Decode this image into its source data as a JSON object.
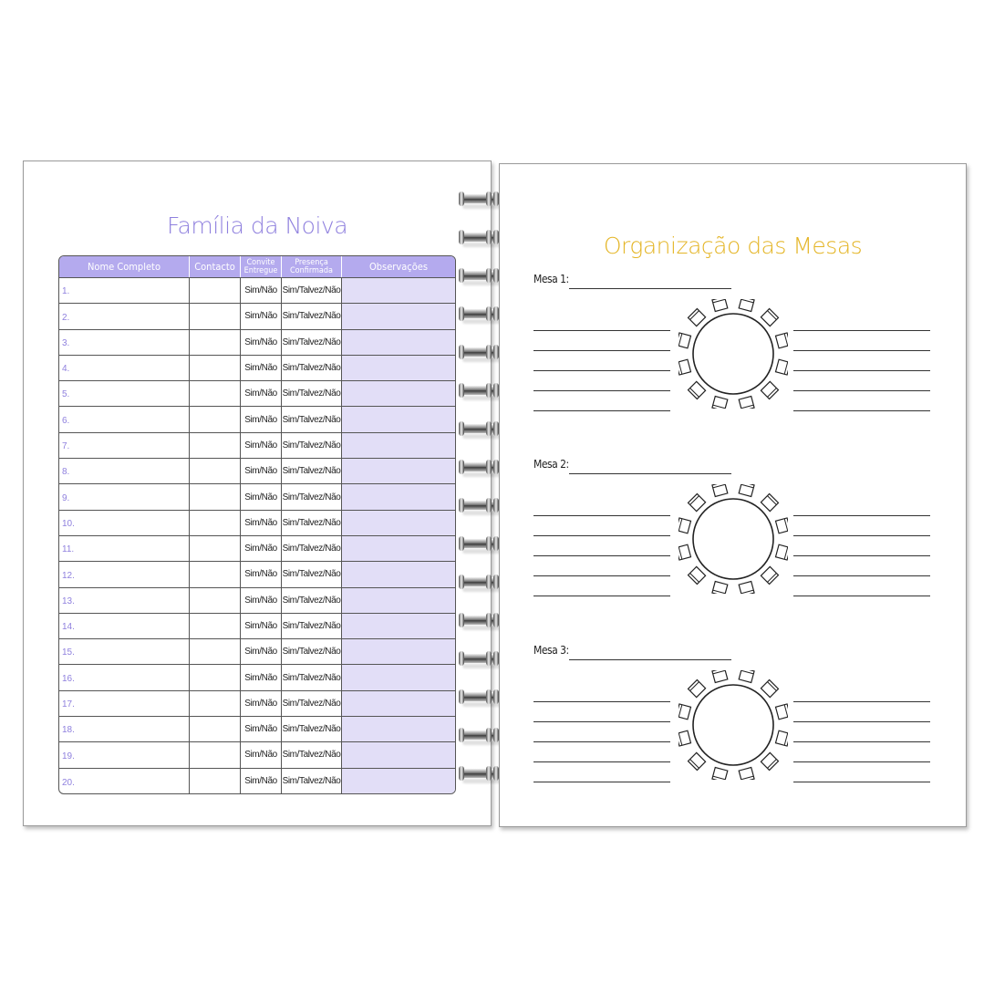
{
  "left_page": {
    "title": "Família da Noiva",
    "columns": {
      "name": "Nome Completo",
      "contact": "Contacto",
      "invite_line1": "Convite",
      "invite_line2": "Entregue",
      "presence_line1": "Presença",
      "presence_line2": "Confirmada",
      "notes": "Observações"
    },
    "rows": [
      {
        "num": "1.",
        "invite": "Sim/Não",
        "presence": "Sim/Talvez/Não"
      },
      {
        "num": "2.",
        "invite": "Sim/Não",
        "presence": "Sim/Talvez/Não"
      },
      {
        "num": "3.",
        "invite": "Sim/Não",
        "presence": "Sim/Talvez/Não"
      },
      {
        "num": "4.",
        "invite": "Sim/Não",
        "presence": "Sim/Talvez/Não"
      },
      {
        "num": "5.",
        "invite": "Sim/Não",
        "presence": "Sim/Talvez/Não"
      },
      {
        "num": "6.",
        "invite": "Sim/Não",
        "presence": "Sim/Talvez/Não"
      },
      {
        "num": "7.",
        "invite": "Sim/Não",
        "presence": "Sim/Talvez/Não"
      },
      {
        "num": "8.",
        "invite": "Sim/Não",
        "presence": "Sim/Talvez/Não"
      },
      {
        "num": "9.",
        "invite": "Sim/Não",
        "presence": "Sim/Talvez/Não"
      },
      {
        "num": "10.",
        "invite": "Sim/Não",
        "presence": "Sim/Talvez/Não"
      },
      {
        "num": "11.",
        "invite": "Sim/Não",
        "presence": "Sim/Talvez/Não"
      },
      {
        "num": "12.",
        "invite": "Sim/Não",
        "presence": "Sim/Talvez/Não"
      },
      {
        "num": "13.",
        "invite": "Sim/Não",
        "presence": "Sim/Talvez/Não"
      },
      {
        "num": "14.",
        "invite": "Sim/Não",
        "presence": "Sim/Talvez/Não"
      },
      {
        "num": "15.",
        "invite": "Sim/Não",
        "presence": "Sim/Talvez/Não"
      },
      {
        "num": "16.",
        "invite": "Sim/Não",
        "presence": "Sim/Talvez/Não"
      },
      {
        "num": "17.",
        "invite": "Sim/Não",
        "presence": "Sim/Talvez/Não"
      },
      {
        "num": "18.",
        "invite": "Sim/Não",
        "presence": "Sim/Talvez/Não"
      },
      {
        "num": "19.",
        "invite": "Sim/Não",
        "presence": "Sim/Talvez/Não"
      },
      {
        "num": "20.",
        "invite": "Sim/Não",
        "presence": "Sim/Talvez/Não"
      }
    ]
  },
  "right_page": {
    "title": "Organização das Mesas",
    "tables": [
      {
        "label": "Mesa 1:"
      },
      {
        "label": "Mesa 2:"
      },
      {
        "label": "Mesa 3:"
      }
    ]
  },
  "colors": {
    "left_accent": "#8f80de",
    "header_fill": "#b4aaee",
    "notes_fill": "#e2def7",
    "right_accent": "#e4b526"
  },
  "icons": [
    "spiral-binding-ring",
    "round-table-icon",
    "chair-icon"
  ]
}
